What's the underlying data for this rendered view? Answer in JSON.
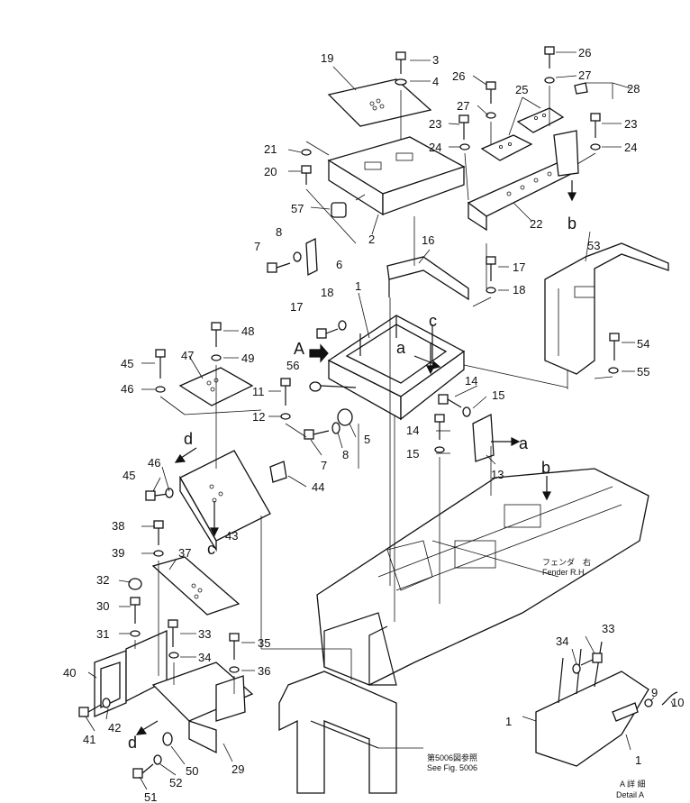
{
  "labels": {
    "n1a": "1",
    "n1b": "1",
    "n1c": "1",
    "n2": "2",
    "n3": "3",
    "n4": "4",
    "n5": "5",
    "n6": "6",
    "n7a": "7",
    "n7b": "7",
    "n8a": "8",
    "n8b": "8",
    "n9": "9",
    "n10": "10",
    "n11": "11",
    "n12": "12",
    "n13": "13",
    "n14a": "14",
    "n14b": "14",
    "n15a": "15",
    "n15b": "15",
    "n16": "16",
    "n17a": "17",
    "n17b": "17",
    "n18a": "18",
    "n18b": "18",
    "n19": "19",
    "n20": "20",
    "n21": "21",
    "n22": "22",
    "n23a": "23",
    "n23b": "23",
    "n24a": "24",
    "n24b": "24",
    "n25": "25",
    "n26a": "26",
    "n26b": "26",
    "n27a": "27",
    "n27b": "27",
    "n28": "28",
    "n29": "29",
    "n30": "30",
    "n31": "31",
    "n32": "32",
    "n33a": "33",
    "n33b": "33",
    "n34a": "34",
    "n34b": "34",
    "n35": "35",
    "n36": "36",
    "n37": "37",
    "n38": "38",
    "n39": "39",
    "n40": "40",
    "n41": "41",
    "n42": "42",
    "n43": "43",
    "n44": "44",
    "n45a": "45",
    "n45b": "45",
    "n46a": "46",
    "n46b": "46",
    "n47": "47",
    "n48": "48",
    "n49": "49",
    "n50": "50",
    "n51": "51",
    "n52": "52",
    "n53": "53",
    "n54": "54",
    "n55": "55",
    "n56": "56",
    "n57": "57"
  },
  "letters": {
    "A": "A",
    "a1": "a",
    "a2": "a",
    "b1": "b",
    "b2": "b",
    "c1": "c",
    "c2": "c",
    "d1": "d",
    "d2": "d"
  },
  "notes": {
    "fender_jp": "フェンダ　右",
    "fender_en": "Fender  R.H.",
    "see_jp": "第5006図参照",
    "see_en": "See  Fig. 5006",
    "detail_jp": "A 詳 細",
    "detail_en": "Detail A"
  }
}
